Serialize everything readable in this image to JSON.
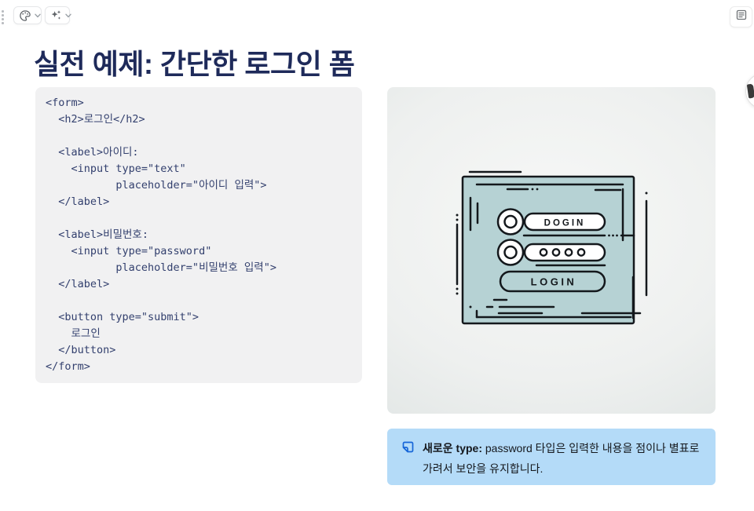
{
  "colors": {
    "title": "#1e2a5a",
    "code_bg": "#f1f1f2",
    "code_text": "#33406e",
    "panel_teal": "#b6d2d4",
    "callout_bg": "#b4dbf8",
    "callout_icon": "#1565d8",
    "line_art": "#14181c"
  },
  "header": {
    "title": "실전 예제: 간단한 로그인 폼"
  },
  "code_card": {
    "code": "<form>\n  <h2>로그인</h2>\n\n  <label>아이디:\n    <input type=\"text\"\n           placeholder=\"아이디 입력\">\n  </label>\n\n  <label>비밀번호:\n    <input type=\"password\"\n           placeholder=\"비밀번호 입력\">\n  </label>\n\n  <button type=\"submit\">\n    로그인\n  </button>\n</form>"
  },
  "illustration": {
    "username_text": "DOGIN",
    "login_button_text": "LOGIN"
  },
  "callout": {
    "lead": "새로운 type:",
    "body": " password 타입은 입력한 내용을 점이나 별표로 가려서 보안을 유지합니다."
  }
}
